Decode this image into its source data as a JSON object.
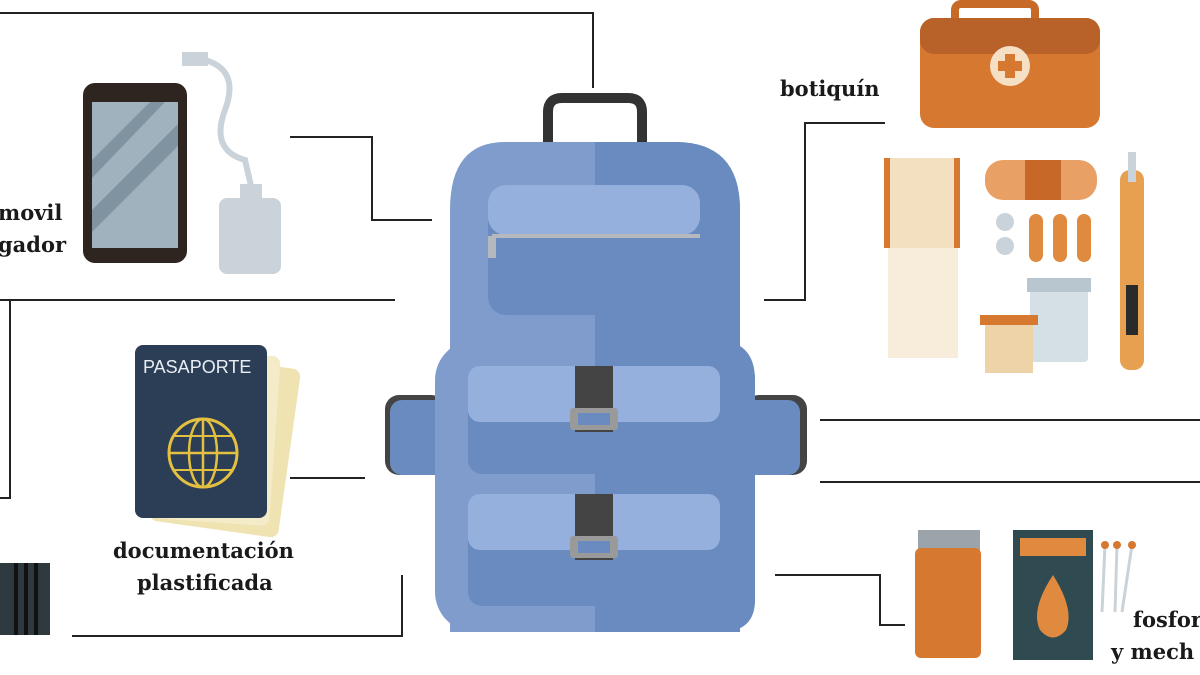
{
  "labels": {
    "phone_line1": "movil",
    "phone_line2": "gador",
    "first_aid": "botiquín",
    "passport_text": "PASAPORTE",
    "documents_line1": "documentación",
    "documents_line2": "plastificada",
    "matches_line1": "fosfor",
    "matches_line2": "y mech"
  },
  "colors": {
    "backpack_light": "#7f9ccc",
    "backpack_dark": "#6a8bbf",
    "pocket": "#95b0dd",
    "first_aid_orange": "#d6782f",
    "passport": "#2c3e55",
    "line": "#222222"
  }
}
